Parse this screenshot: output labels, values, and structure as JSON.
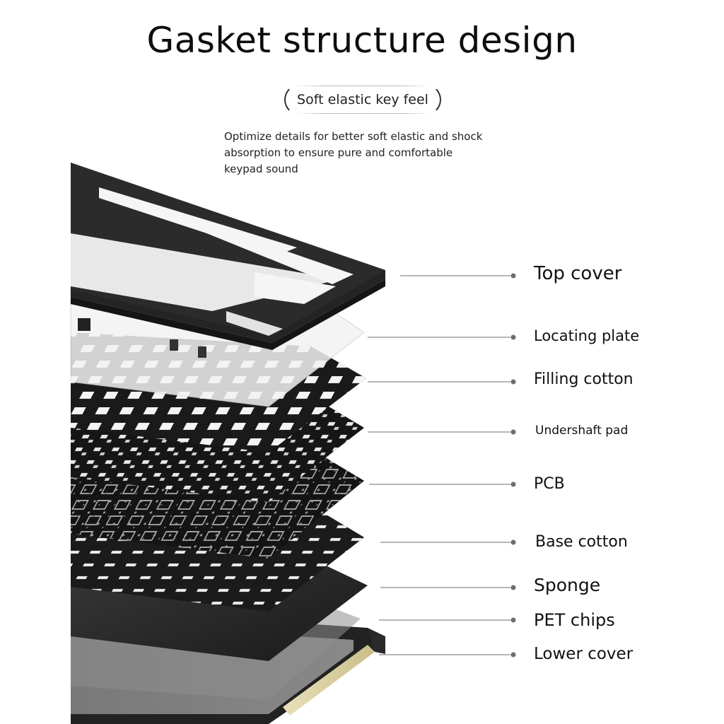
{
  "title": "Gasket structure design",
  "badge": "Soft elastic key feel",
  "description": "Optimize details for better soft elastic and shock absorption to ensure pure and comfortable keypad sound",
  "colors": {
    "plate_dark": "#1e1e1e",
    "plate_frame": "#2a2a2a",
    "leader_line": "#8a8a8a",
    "dot": "#6e6e6e",
    "gold_strip": "#d9cfa0"
  },
  "layers": [
    {
      "label": "Top cover"
    },
    {
      "label": "Locating plate"
    },
    {
      "label": "Filling cotton"
    },
    {
      "label": "Undershaft pad"
    },
    {
      "label": "PCB"
    },
    {
      "label": "Base cotton"
    },
    {
      "label": "Sponge"
    },
    {
      "label": "PET chips"
    },
    {
      "label": "Lower cover"
    }
  ]
}
